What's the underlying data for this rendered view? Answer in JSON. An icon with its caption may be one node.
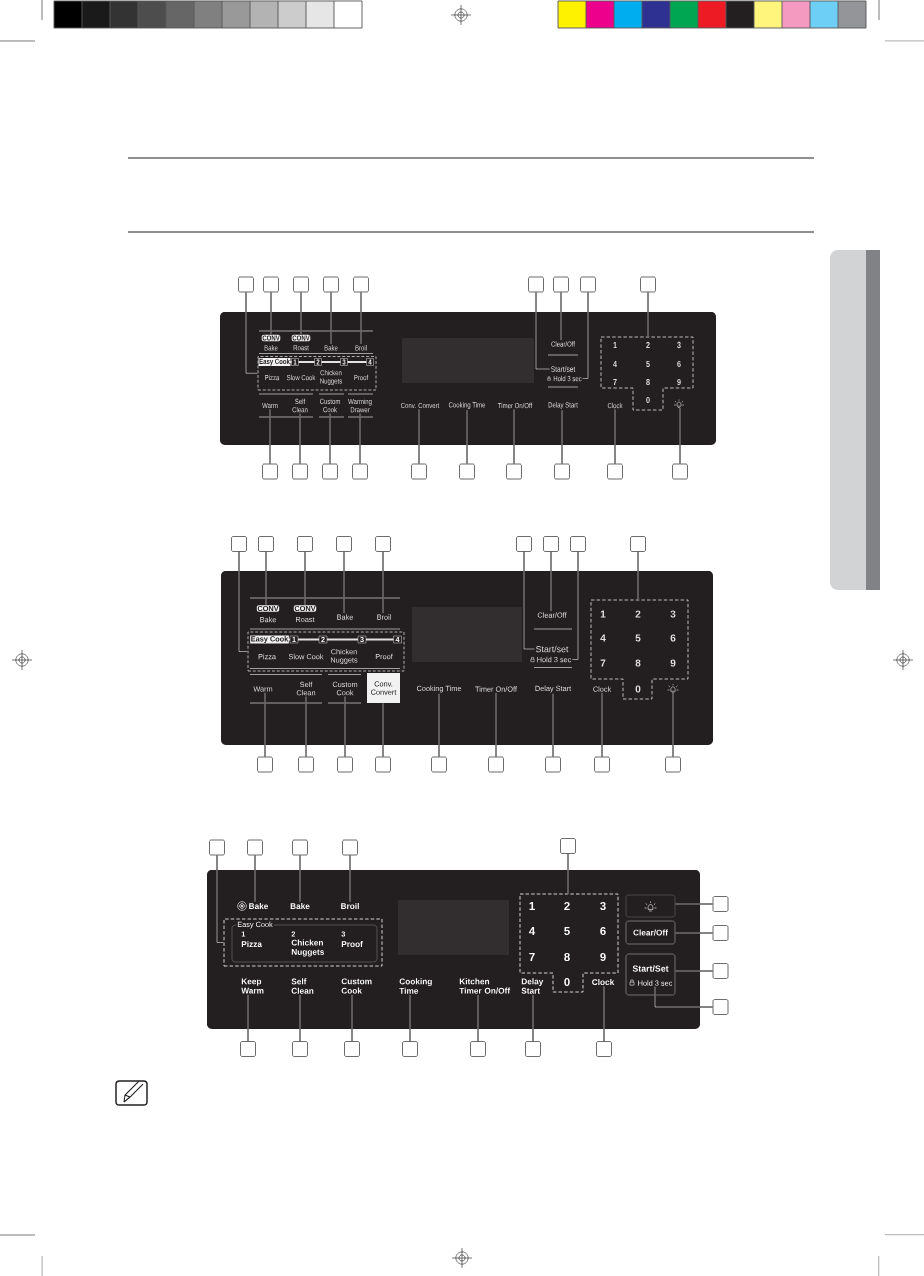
{
  "diagram": {
    "nodes": [
      {
        "text": [],
        "shape": "box"
      },
      {
        "text": [],
        "shape": "box"
      },
      {
        "text": [],
        "shape": "box"
      },
      {
        "text": [],
        "shape": "box"
      },
      {
        "text": [],
        "shape": "box"
      },
      {
        "text": [],
        "shape": "box"
      },
      {
        "text": [],
        "shape": "box"
      },
      {
        "text": [],
        "shape": "box"
      },
      {
        "text": [],
        "shape": "box"
      },
      {
        "text": [],
        "shape": "box"
      },
      {
        "text": [
          "Easy Cook",
          "1",
          "2",
          "3",
          "4",
          "Pizza",
          "Slow Cook",
          "Chicken Nuggets",
          "Proof"
        ],
        "in": 9
      },
      {
        "text": [
          "CONV",
          "Bake"
        ],
        "in": 9
      },
      {
        "text": [
          "CONV",
          "Roast"
        ],
        "in": 9
      },
      {
        "text": [
          "Bake"
        ],
        "in": 9
      },
      {
        "text": [
          "Broil"
        ],
        "in": 9
      },
      {
        "text": [
          "Start/set"
        ],
        "in": 9
      },
      {
        "text": [
          "Clear/Off"
        ],
        "in": 9
      },
      {
        "text": [
          "Hold 3 sec"
        ],
        "in": 9
      },
      {
        "text": [
          "1",
          "2",
          "3",
          "4",
          "5",
          "6",
          "7",
          "8",
          "9",
          "0"
        ],
        "in": 9
      },
      {
        "text": [
          "Warm"
        ],
        "in": 9
      },
      {
        "text": [
          "Self Clean"
        ],
        "in": 9
      },
      {
        "text": [
          "Custom Cook"
        ],
        "in": 9
      },
      {
        "text": [
          "Warming Drawer"
        ],
        "in": 9
      },
      {
        "text": [
          "Conv. Convert"
        ],
        "in": 9
      },
      {
        "text": [
          "Cooking Time"
        ],
        "in": 9
      },
      {
        "text": [
          "Timer On/Off"
        ],
        "in": 9
      },
      {
        "text": [
          "Delay Start"
        ],
        "in": 9
      },
      {
        "text": [
          "Clock"
        ],
        "in": 9
      },
      {
        "text": [],
        "shape": "picture",
        "in": 9
      },
      {
        "text": [],
        "shape": "box"
      },
      {
        "text": [],
        "shape": "box"
      },
      {
        "text": [],
        "shape": "box"
      },
      {
        "text": [],
        "shape": "box"
      },
      {
        "text": [],
        "shape": "box"
      },
      {
        "text": [],
        "shape": "box"
      },
      {
        "text": [],
        "shape": "box"
      },
      {
        "text": [],
        "shape": "box"
      },
      {
        "text": [],
        "shape": "box"
      },
      {
        "text": [],
        "shape": "box"
      },
      {
        "text": [],
        "shape": "box"
      },
      {
        "text": [],
        "shape": "box"
      },
      {
        "text": [],
        "shape": "box"
      },
      {
        "text": [],
        "shape": "box"
      },
      {
        "text": [],
        "shape": "box"
      },
      {
        "text": [],
        "shape": "box"
      },
      {
        "text": [],
        "shape": "box"
      },
      {
        "text": [],
        "shape": "box"
      },
      {
        "text": [],
        "shape": "box"
      },
      {
        "text": [],
        "shape": "box"
      },
      {
        "text": [
          "Easy Cook",
          "1",
          "2",
          "3",
          "4",
          "Pizza",
          "Slow Cook",
          "Chicken Nuggets",
          "Proof"
        ],
        "in": 48
      },
      {
        "text": [
          "CONV",
          "Bake"
        ],
        "in": 48
      },
      {
        "text": [
          "CONV",
          "Roast"
        ],
        "in": 48
      },
      {
        "text": [
          "Bake"
        ],
        "in": 48
      },
      {
        "text": [
          "Broil"
        ],
        "in": 48
      },
      {
        "text": [
          "Start/set"
        ],
        "in": 48
      },
      {
        "text": [
          "Clear/Off"
        ],
        "in": 48
      },
      {
        "text": [
          "Hold 3 sec"
        ],
        "in": 48
      },
      {
        "text": [
          "1",
          "2",
          "3",
          "4",
          "5",
          "6",
          "7",
          "8",
          "9",
          "0"
        ],
        "in": 48
      },
      {
        "text": [
          "Warm"
        ],
        "in": 48
      },
      {
        "text": [
          "Self Clean"
        ],
        "in": 48
      },
      {
        "text": [
          "Custom Cook"
        ],
        "in": 48
      },
      {
        "text": [
          "Conv. Convert"
        ],
        "in": 48
      },
      {
        "text": [
          "Cooking Time"
        ],
        "in": 48
      },
      {
        "text": [
          "Timer On/Off"
        ],
        "in": 48
      },
      {
        "text": [
          "Delay Start"
        ],
        "in": 48
      },
      {
        "text": [
          "Clock"
        ],
        "in": 48
      },
      {
        "text": [],
        "shape": "picture",
        "in": 48
      },
      {
        "text": [],
        "shape": "box"
      },
      {
        "text": [],
        "shape": "box"
      },
      {
        "text": [],
        "shape": "box"
      },
      {
        "text": [],
        "shape": "box"
      },
      {
        "text": [],
        "shape": "box"
      },
      {
        "text": [],
        "shape": "box"
      },
      {
        "text": [],
        "shape": "box"
      },
      {
        "text": [],
        "shape": "box"
      },
      {
        "text": [],
        "shape": "box"
      },
      {
        "text": [],
        "shape": "box"
      },
      {
        "text": [],
        "shape": "box"
      },
      {
        "text": [],
        "shape": "box"
      },
      {
        "text": [],
        "shape": "box"
      },
      {
        "text": [],
        "shape": "box"
      },
      {
        "text": [],
        "shape": "box"
      },
      {
        "text": [],
        "shape": "box",
        "in": 81
      },
      {
        "text": [
          "Easy Cook",
          "1",
          "Pizza",
          "2",
          "Chicken Nuggets",
          "3",
          "Proof"
        ],
        "in": 82
      },
      {
        "text": [
          "Bake"
        ],
        "in": 81
      },
      {
        "text": [
          "Bake"
        ],
        "in": 81
      },
      {
        "text": [
          "Broil"
        ],
        "in": 81
      },
      {
        "text": [
          "1",
          "2",
          "3",
          "4",
          "5",
          "6",
          "7",
          "8",
          "9",
          "0"
        ],
        "in": 81
      },
      {
        "text": [],
        "shape": "box",
        "in": 81
      },
      {
        "text": [
          "Clear/Off"
        ],
        "in": 81
      },
      {
        "text": [
          "Start/Set"
        ],
        "in": 81
      },
      {
        "text": [
          "Hold 3 sec"
        ],
        "in": 90
      },
      {
        "text": [
          "Keep Warm"
        ],
        "in": 81
      },
      {
        "text": [
          "Self Clean"
        ],
        "in": 81
      },
      {
        "text": [
          "Custom Cook"
        ],
        "in": 81
      },
      {
        "text": [
          "Cooking Time"
        ],
        "in": 81
      },
      {
        "text": [
          "Kitchen Timer On/Off"
        ],
        "in": 81
      },
      {
        "text": [
          "Delay Start"
        ],
        "in": 81
      },
      {
        "text": [
          "Clock"
        ],
        "in": 81
      },
      {
        "text": [],
        "shape": "box"
      },
      {
        "text": [],
        "shape": "box"
      },
      {
        "text": [],
        "shape": "box"
      },
      {
        "text": [],
        "shape": "box"
      },
      {
        "text": [],
        "shape": "box"
      },
      {
        "text": [],
        "shape": "box"
      },
      {
        "text": [],
        "shape": "box"
      },
      {
        "text": [],
        "shape": "box"
      },
      {
        "text": [],
        "shape": "box"
      },
      {
        "text": [],
        "shape": "box"
      },
      {
        "text": [],
        "shape": "box"
      }
    ],
    "edges": [
      {
        "from": 0,
        "to": 10,
        "arrow": "none"
      },
      {
        "from": 1,
        "to": 11,
        "arrow": "none"
      },
      {
        "from": 2,
        "to": 12,
        "arrow": "none"
      },
      {
        "from": 3,
        "to": 13,
        "arrow": "none"
      },
      {
        "from": 4,
        "to": 14,
        "arrow": "none"
      },
      {
        "from": 5,
        "to": 15,
        "arrow": "none"
      },
      {
        "from": 6,
        "to": 16,
        "arrow": "none"
      },
      {
        "from": 7,
        "to": 17,
        "arrow": "none"
      },
      {
        "from": 8,
        "to": 18,
        "arrow": "none"
      },
      {
        "from": 29,
        "to": 19,
        "arrow": "none"
      },
      {
        "from": 30,
        "to": 20,
        "arrow": "none"
      },
      {
        "from": 31,
        "to": 21,
        "arrow": "none"
      },
      {
        "from": 32,
        "to": 22,
        "arrow": "none"
      },
      {
        "from": 33,
        "to": 23,
        "arrow": "none"
      },
      {
        "from": 34,
        "to": 24,
        "arrow": "none"
      },
      {
        "from": 35,
        "to": 25,
        "arrow": "none"
      },
      {
        "from": 36,
        "to": 26,
        "arrow": "none"
      },
      {
        "from": 37,
        "to": 27,
        "arrow": "none"
      },
      {
        "from": 38,
        "to": 28,
        "arrow": "none"
      },
      {
        "from": 39,
        "to": 49,
        "arrow": "none"
      },
      {
        "from": 40,
        "to": 50,
        "arrow": "none"
      },
      {
        "from": 41,
        "to": 51,
        "arrow": "none"
      },
      {
        "from": 42,
        "to": 52,
        "arrow": "none"
      },
      {
        "from": 43,
        "to": 53,
        "arrow": "none"
      },
      {
        "from": 44,
        "to": 54,
        "arrow": "none"
      },
      {
        "from": 45,
        "to": 55,
        "arrow": "none"
      },
      {
        "from": 46,
        "to": 56,
        "arrow": "none"
      },
      {
        "from": 47,
        "to": 57,
        "arrow": "none"
      },
      {
        "from": 67,
        "to": 58,
        "arrow": "none"
      },
      {
        "from": 68,
        "to": 59,
        "arrow": "none"
      },
      {
        "from": 69,
        "to": 60,
        "arrow": "none"
      },
      {
        "from": 70,
        "to": 61,
        "arrow": "none"
      },
      {
        "from": 71,
        "to": 62,
        "arrow": "none"
      },
      {
        "from": 72,
        "to": 63,
        "arrow": "none"
      },
      {
        "from": 73,
        "to": 64,
        "arrow": "none"
      },
      {
        "from": 74,
        "to": 65,
        "arrow": "none"
      },
      {
        "from": 75,
        "to": 66,
        "arrow": "none"
      },
      {
        "from": 76,
        "to": 82,
        "arrow": "none"
      },
      {
        "from": 77,
        "to": 84,
        "arrow": "none"
      },
      {
        "from": 78,
        "to": 85,
        "arrow": "none"
      },
      {
        "from": 79,
        "to": 86,
        "arrow": "none"
      },
      {
        "from": 80,
        "to": 87,
        "arrow": "none"
      },
      {
        "from": 99,
        "to": 88,
        "arrow": "none"
      },
      {
        "from": 100,
        "to": 89,
        "arrow": "none"
      },
      {
        "from": 101,
        "to": 90,
        "arrow": "none"
      },
      {
        "from": 102,
        "to": 91,
        "arrow": "none"
      },
      {
        "from": 103,
        "to": 92,
        "arrow": "none"
      },
      {
        "from": 104,
        "to": 93,
        "arrow": "none"
      },
      {
        "from": 105,
        "to": 94,
        "arrow": "none"
      },
      {
        "from": 106,
        "to": 95,
        "arrow": "none"
      },
      {
        "from": 107,
        "to": 96,
        "arrow": "none"
      },
      {
        "from": 108,
        "to": 97,
        "arrow": "none"
      },
      {
        "from": 109,
        "to": 98,
        "arrow": "none"
      }
    ]
  }
}
